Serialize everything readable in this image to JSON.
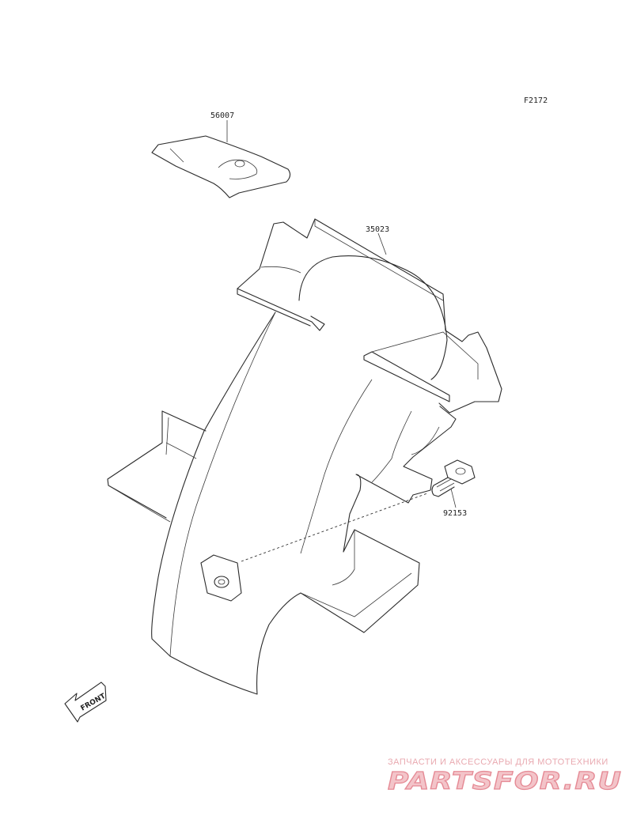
{
  "figure_id": "F2172",
  "parts": {
    "pad": {
      "number": "56007"
    },
    "shroud": {
      "number": "35023"
    },
    "bolt": {
      "number": "92153"
    }
  },
  "front_arrow": {
    "label": "FRONT"
  },
  "watermark": {
    "tagline": "ЗАПЧАСТИ И АКСЕССУАРЫ ДЛЯ МОТОТЕХНИКИ",
    "logo": "PARTSFOR.RU",
    "colors": {
      "fill": "#f3c4c9",
      "stroke": "#e58a95"
    }
  }
}
